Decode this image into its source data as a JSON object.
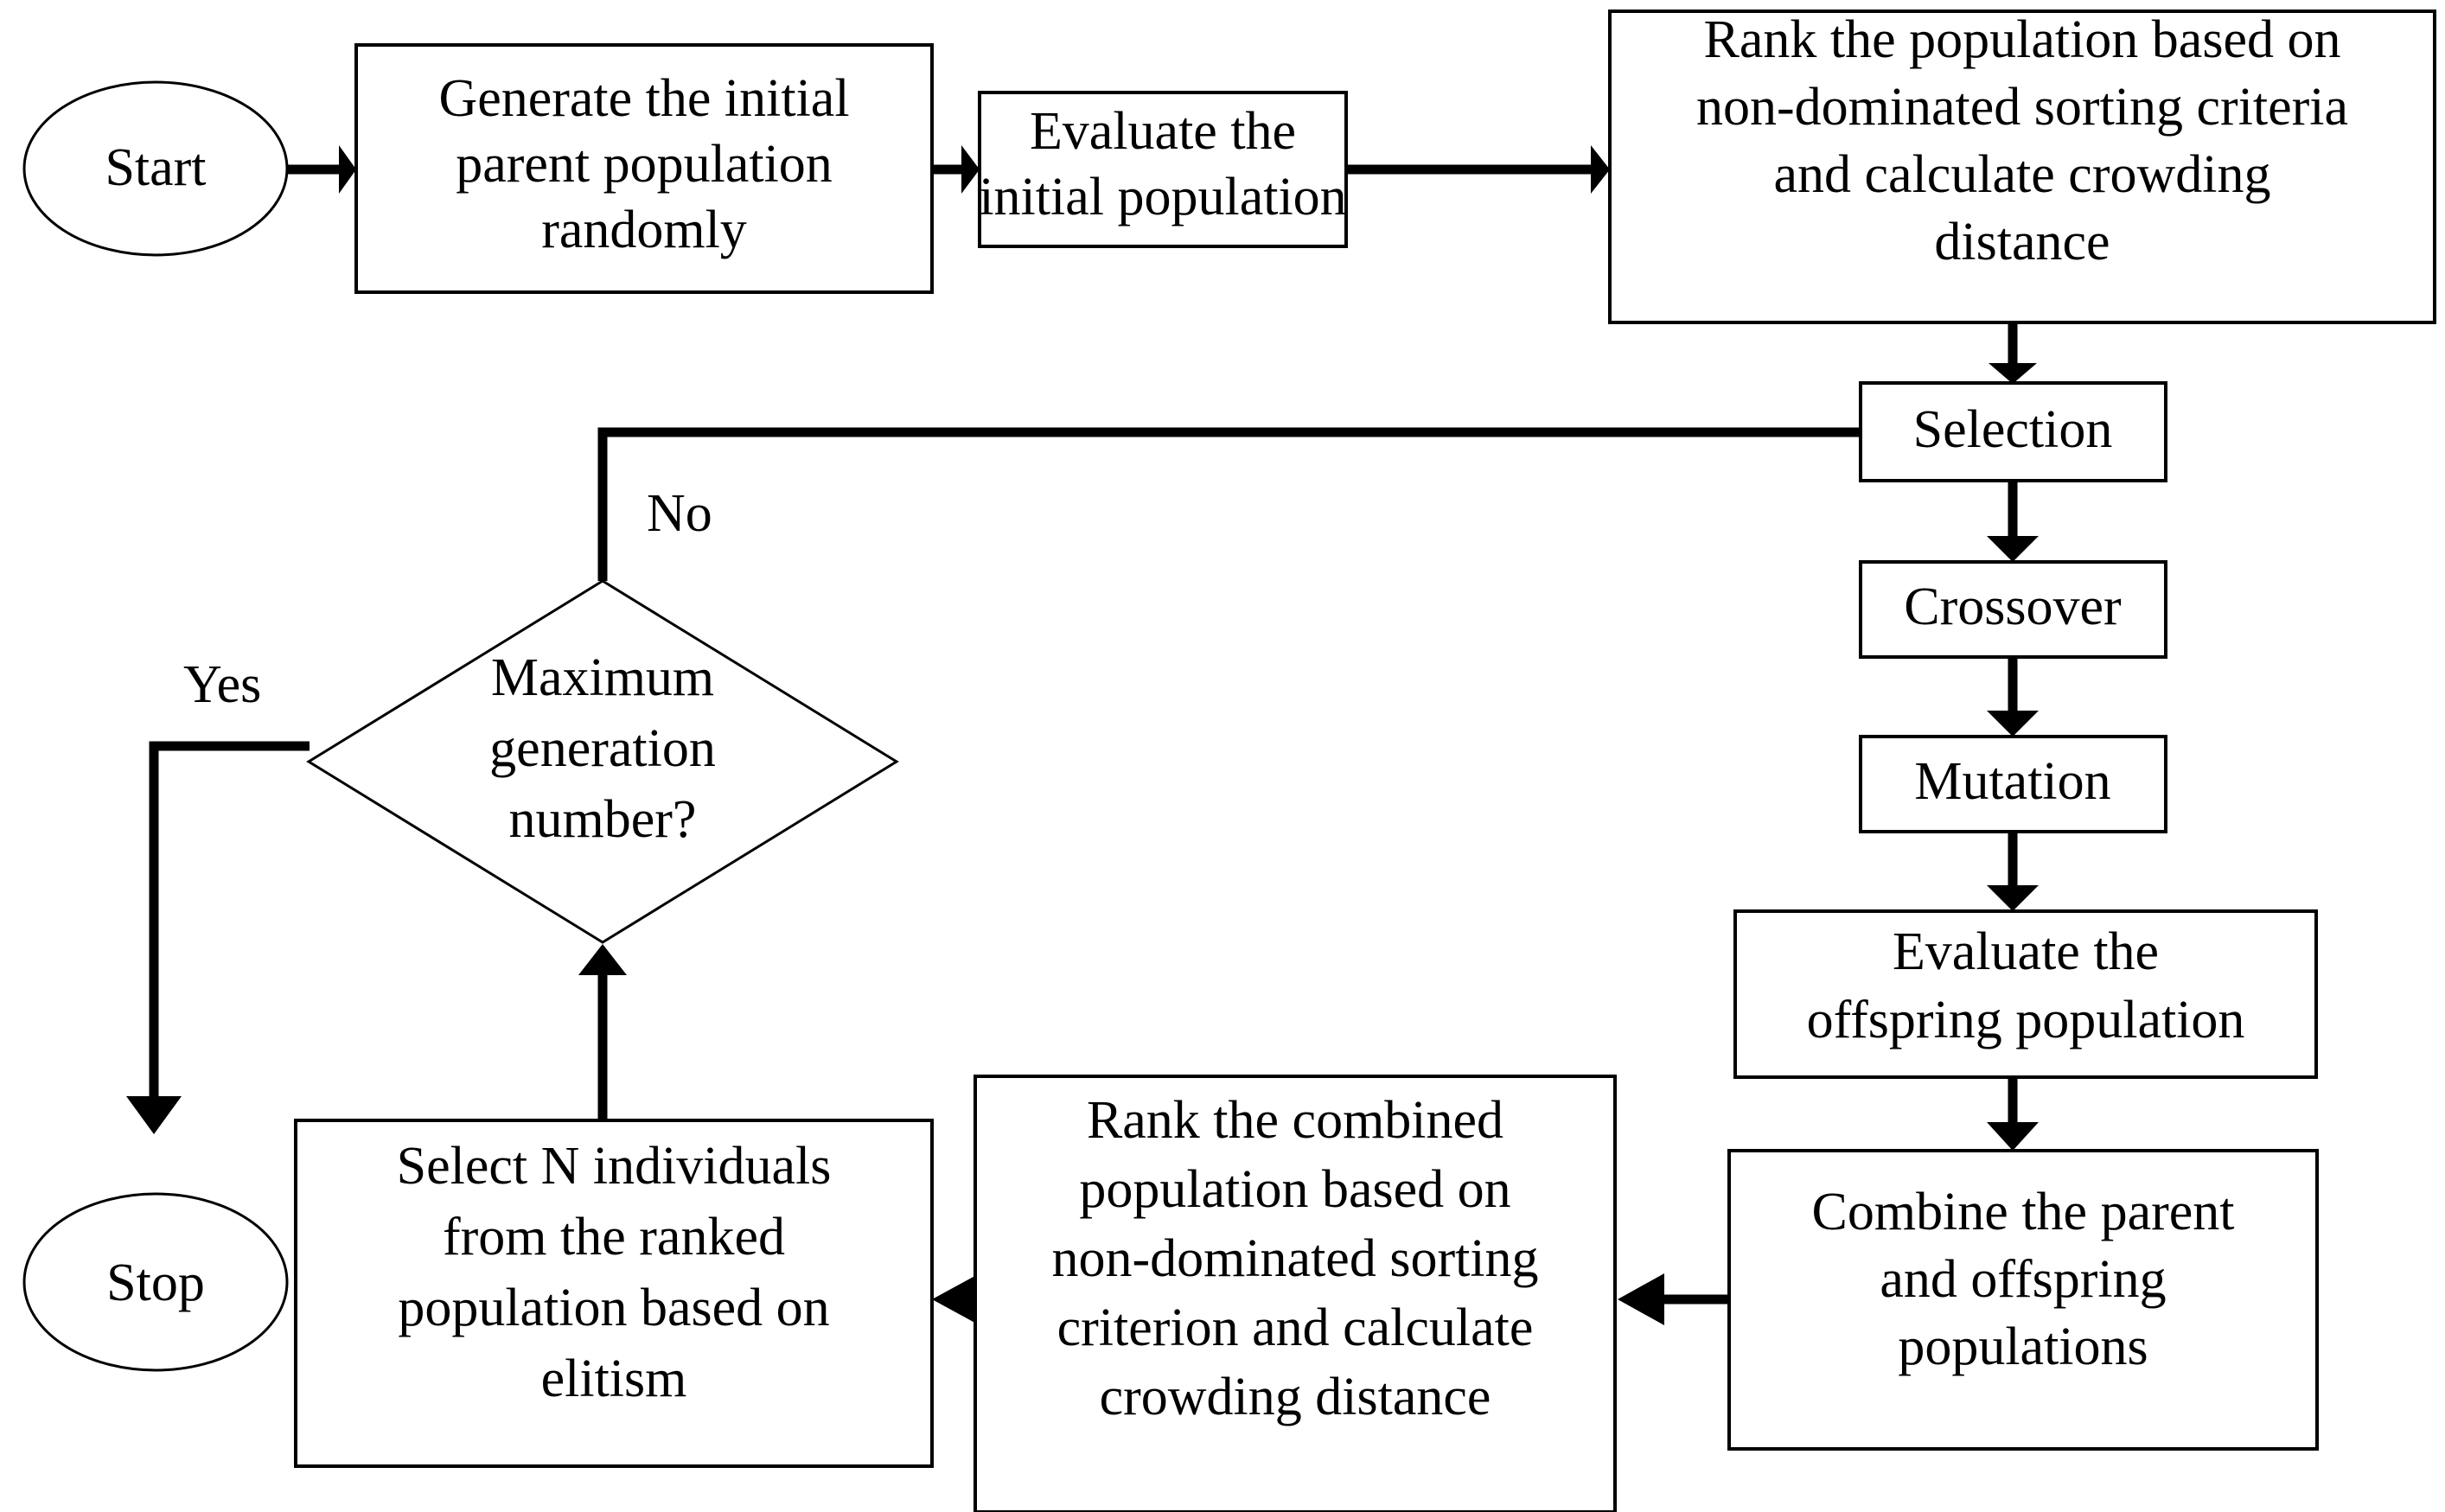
{
  "diagram": {
    "title": "NSGA-II multi-objective optimization flowchart",
    "background_color": "#ffffff",
    "line_color": "#000000",
    "text_color": "#000000",
    "nodes": {
      "start": {
        "label": "Start",
        "shape": "ellipse"
      },
      "generate": {
        "line1": "Generate the initial",
        "line2": "parent population",
        "line3": "randomly",
        "shape": "rect"
      },
      "evaluate_initial": {
        "line1": "Evaluate the",
        "line2": "initial population",
        "shape": "rect"
      },
      "rank_population": {
        "line1": "Rank the population based on",
        "line2": "non-dominated sorting criteria",
        "line3": "and calculate crowding",
        "line4": "distance",
        "shape": "rect"
      },
      "selection": {
        "label": "Selection",
        "shape": "rect"
      },
      "crossover": {
        "label": "Crossover",
        "shape": "rect"
      },
      "mutation": {
        "label": "Mutation",
        "shape": "rect"
      },
      "evaluate_offspring": {
        "line1": "Evaluate the",
        "line2": "offspring population",
        "shape": "rect"
      },
      "combine": {
        "line1": "Combine the parent",
        "line2": "and offspring",
        "line3": "populations",
        "shape": "rect"
      },
      "rank_combined": {
        "line1": "Rank the combined",
        "line2": "population based on",
        "line3": "non-dominated sorting",
        "line4": "criterion and calculate",
        "line5": "crowding distance",
        "shape": "rect"
      },
      "select_n": {
        "line1": "Select N individuals",
        "line2": "from  the ranked",
        "line3": "population based on",
        "line4": "elitism",
        "shape": "rect"
      },
      "decision": {
        "line1": "Maximum",
        "line2": "generation",
        "line3": "number?",
        "shape": "diamond"
      },
      "stop": {
        "label": "Stop",
        "shape": "ellipse"
      }
    },
    "edge_labels": {
      "no": "No",
      "yes": "Yes"
    }
  }
}
